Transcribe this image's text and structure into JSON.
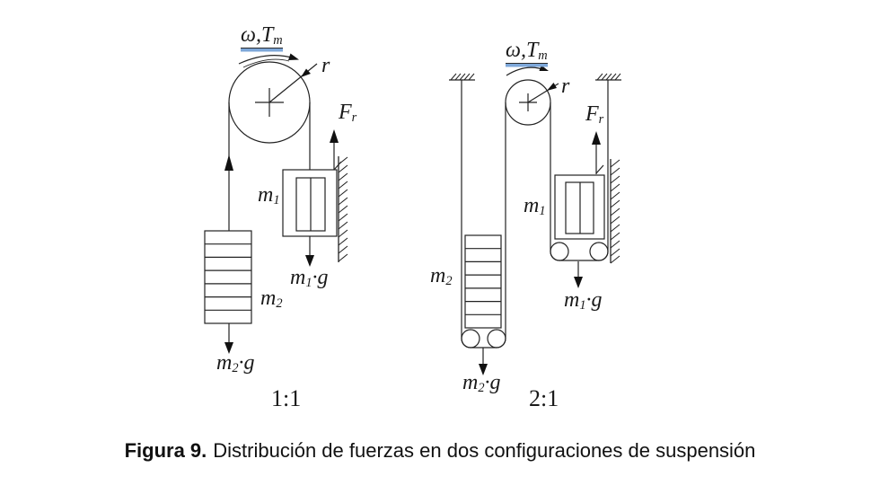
{
  "figure": {
    "caption": {
      "label": "Figura 9.",
      "text": "Distribución de fuerzas en dos configuraciones de suspensión"
    },
    "colors": {
      "ink": "#222222",
      "arrow_fill": "#111111",
      "underline_blue": "#7da7d9",
      "background": "#ffffff"
    },
    "diagram_1_1": {
      "ratio": "1:1",
      "drive_main": "ω,T",
      "drive_sub": "m",
      "radius": "r",
      "force_main": "F",
      "force_sub": "r",
      "car_main": "m",
      "car_sub": "1",
      "car_weight_main": "m",
      "car_weight_sub": "1",
      "car_weight_suffix": "·g",
      "cw_main": "m",
      "cw_sub": "2",
      "cw_weight_main": "m",
      "cw_weight_sub": "2",
      "cw_weight_suffix": "·g"
    },
    "diagram_2_1": {
      "ratio": "2:1",
      "drive_main": "ω,T",
      "drive_sub": "m",
      "radius": "r",
      "force_main": "F",
      "force_sub": "r",
      "car_main": "m",
      "car_sub": "1",
      "car_weight_main": "m",
      "car_weight_sub": "1",
      "car_weight_suffix": "·g",
      "cw_main": "m",
      "cw_sub": "2",
      "cw_weight_main": "m",
      "cw_weight_sub": "2",
      "cw_weight_suffix": "·g"
    }
  }
}
